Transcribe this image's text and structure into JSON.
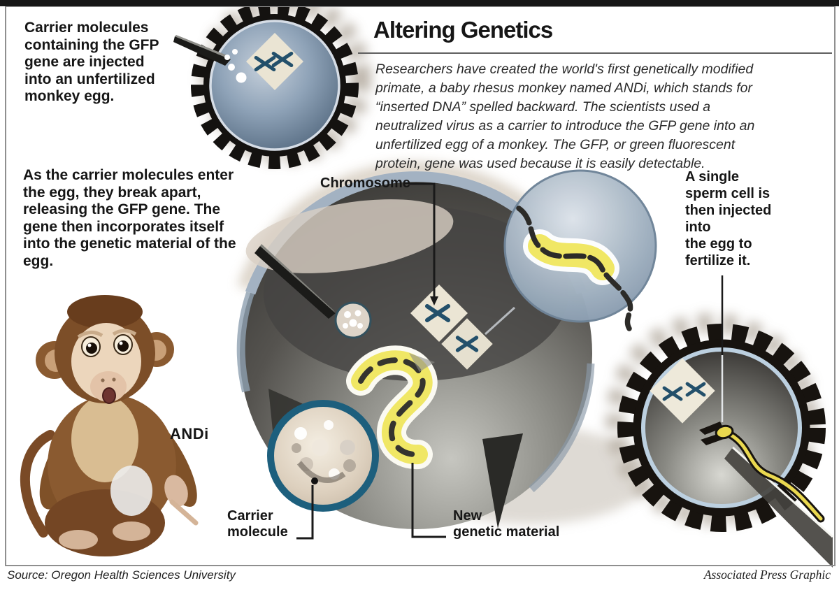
{
  "header": {
    "title": "Altering Genetics",
    "intro": "Researchers have created the world's first genetically modified\nprimate, a baby rhesus monkey named ANDi, which stands for\n“inserted DNA” spelled backward. The scientists used a\nneutralized virus as a carrier to introduce the GFP gene into an\nunfertilized egg of a monkey. The GFP, or green fluorescent\nprotein, gene was used because it is easily detectable."
  },
  "steps": {
    "step1": "Carrier molecules\ncontaining the GFP\ngene are injected\ninto an unfertilized\nmonkey egg.",
    "step2": "As the carrier molecules enter\nthe egg, they break apart,\nreleasing the GFP gene. The\ngene then incorporates itself\ninto the genetic material of the\negg.",
    "step3": "A single\nsperm cell is\nthen injected\ninto\nthe egg to\nfertilize it."
  },
  "labels": {
    "chromosome": "Chromosome",
    "carrier_molecule": "Carrier\nmolecule",
    "new_genetic_material": "New\ngenetic material",
    "monkey_name": "ANDi"
  },
  "footer": {
    "source": "Source: Oregon Health Sciences University",
    "credit": "Associated Press Graphic"
  },
  "colors": {
    "gfp_yellow": "#f0e765",
    "egg_blue": "#8fa3b8",
    "carrier_teal": "#1d5f7d",
    "chromosome_blue": "#23506b",
    "ink": "#161616"
  }
}
